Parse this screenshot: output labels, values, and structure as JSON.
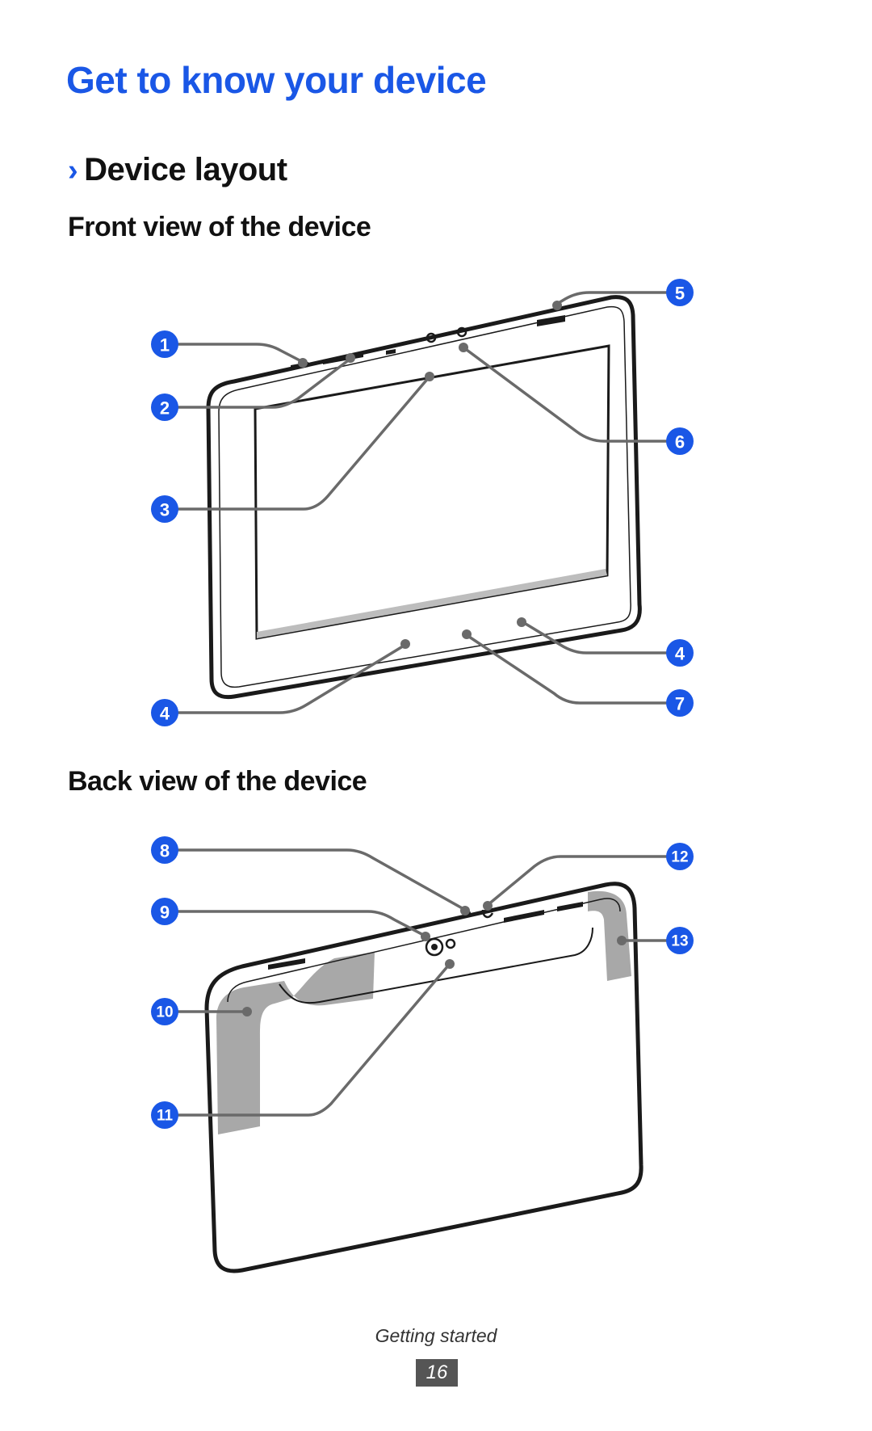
{
  "page": {
    "title": "Get to know your device",
    "section_chevron": "›",
    "section_title": "Device layout",
    "front_heading": "Front view of the device",
    "back_heading": "Back view of the device",
    "footer_label": "Getting started",
    "page_number": "16"
  },
  "front_callouts": [
    "1",
    "2",
    "3",
    "4",
    "4",
    "5",
    "6",
    "7"
  ],
  "back_callouts": [
    "8",
    "9",
    "10",
    "11",
    "12",
    "13"
  ],
  "colors": {
    "accent": "#1a57e6",
    "leader": "#6a6a6a",
    "shaded_area": "#a8a8a8",
    "page_number_bg": "#555555"
  }
}
